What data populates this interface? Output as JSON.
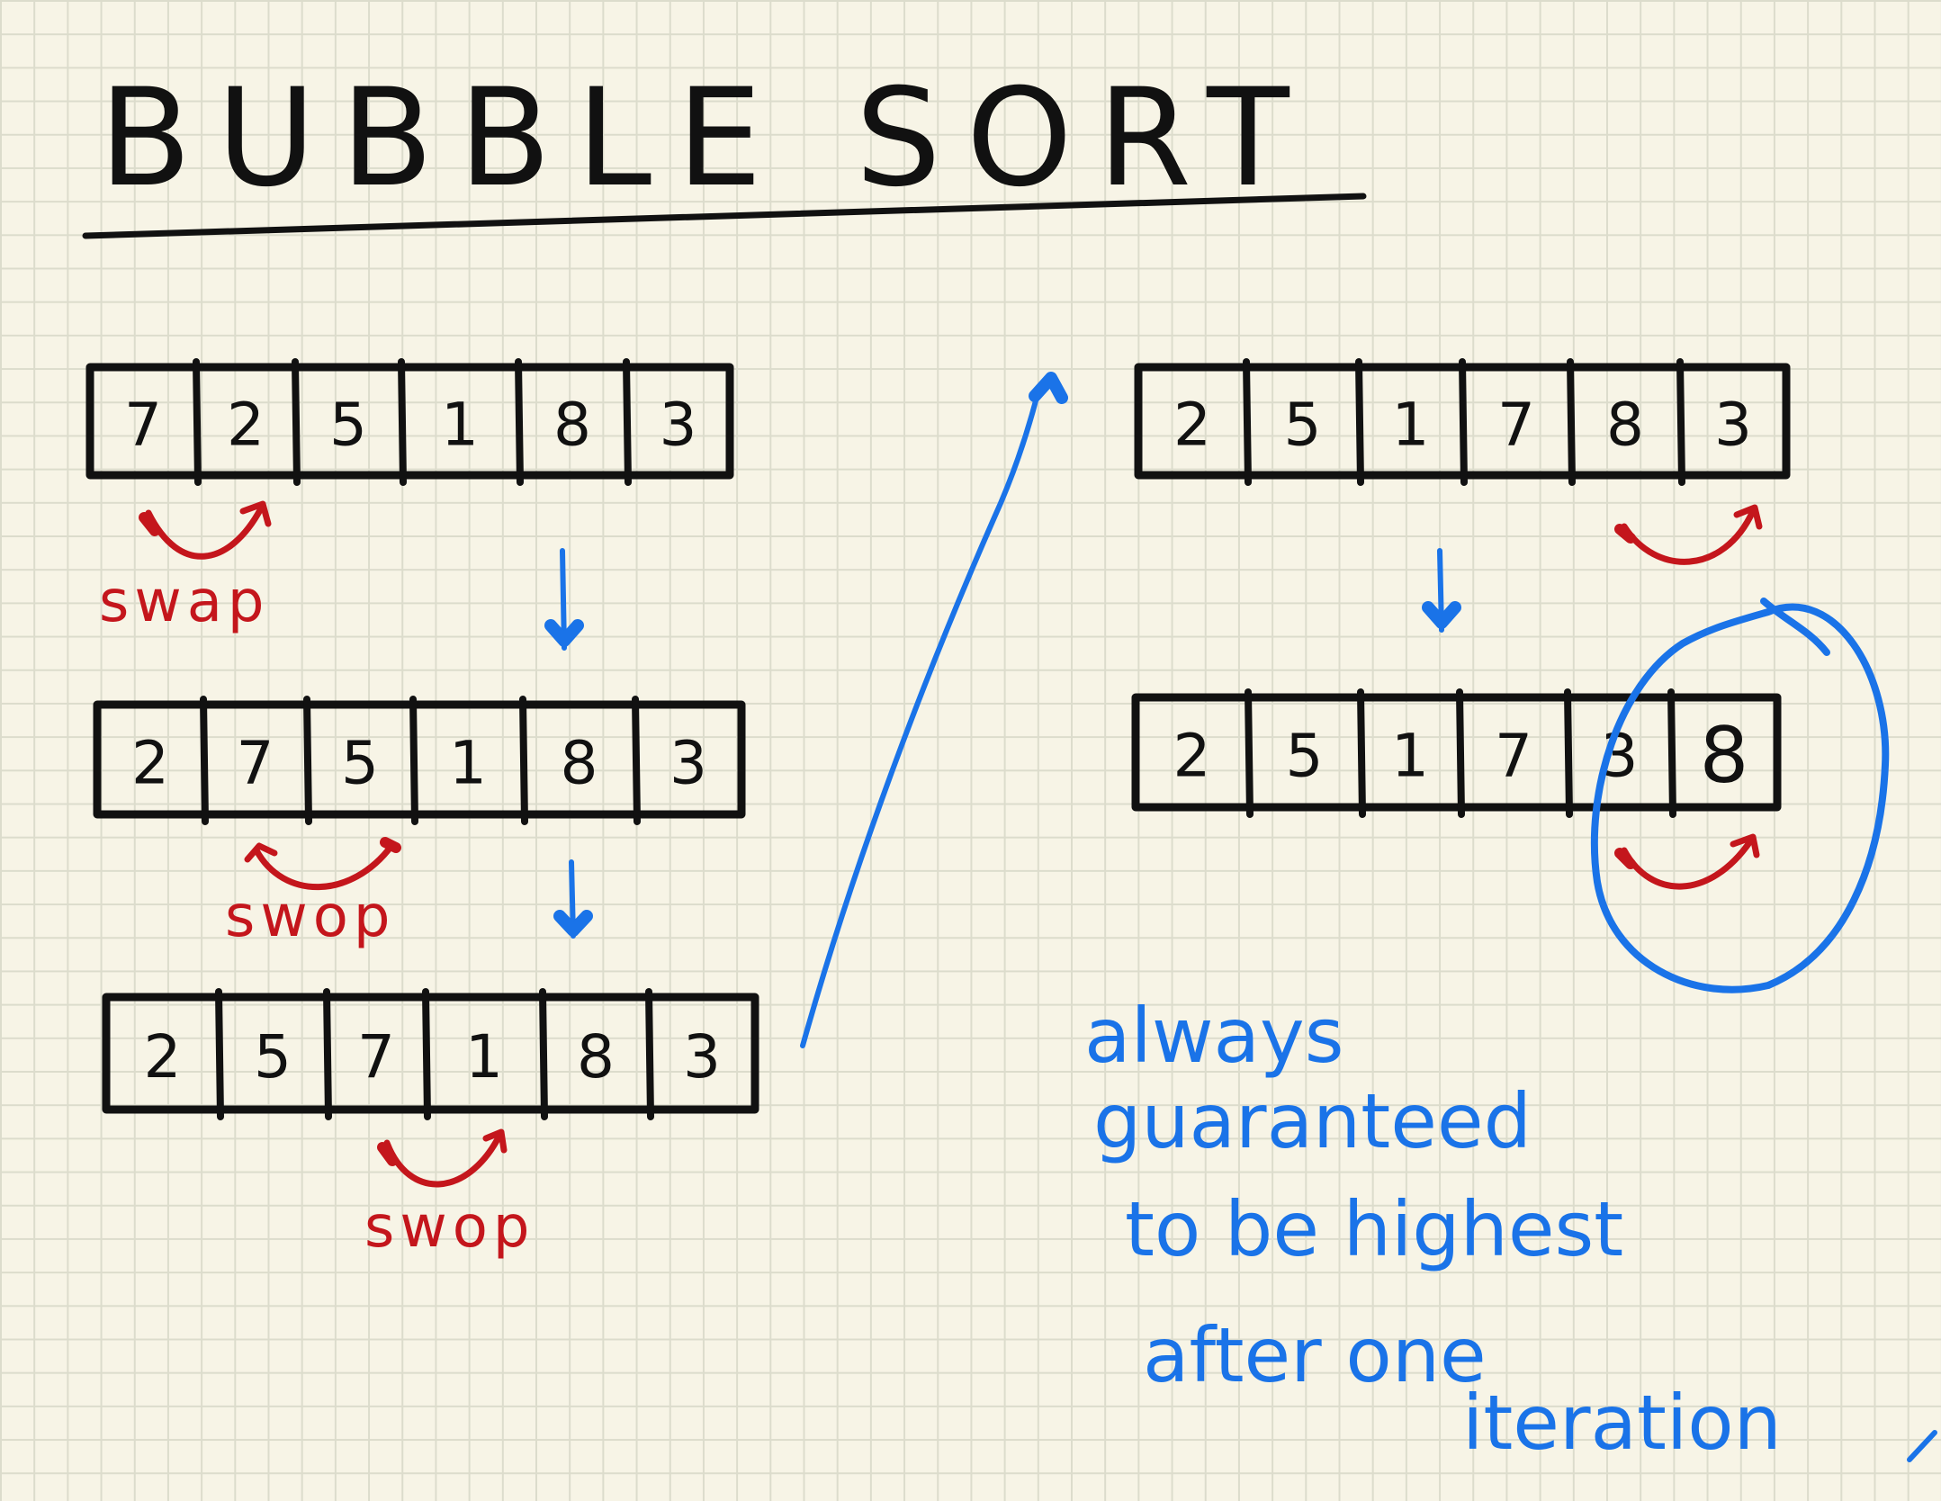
{
  "title": "BUBBLE SORT",
  "arrays": [
    {
      "id": "left-row-1",
      "values": [
        "7",
        "2",
        "5",
        "1",
        "8",
        "3"
      ]
    },
    {
      "id": "left-row-2",
      "values": [
        "2",
        "7",
        "5",
        "1",
        "8",
        "3"
      ]
    },
    {
      "id": "left-row-3",
      "values": [
        "2",
        "5",
        "7",
        "1",
        "8",
        "3"
      ]
    },
    {
      "id": "right-row-1",
      "values": [
        "2",
        "5",
        "1",
        "7",
        "8",
        "3"
      ]
    },
    {
      "id": "right-row-2",
      "values": [
        "2",
        "5",
        "1",
        "7",
        "3",
        "8"
      ]
    }
  ],
  "swap_labels": [
    "swap",
    "swop",
    "swop"
  ],
  "note": {
    "lines": [
      "always",
      "guaranteed",
      "to be highest",
      "after one",
      "iteration"
    ]
  },
  "colors": {
    "ink": "#111111",
    "swap_red": "#c4161c",
    "note_blue": "#1a73e8",
    "paper": "#f7f4e6",
    "grid": "#dcdccc"
  }
}
